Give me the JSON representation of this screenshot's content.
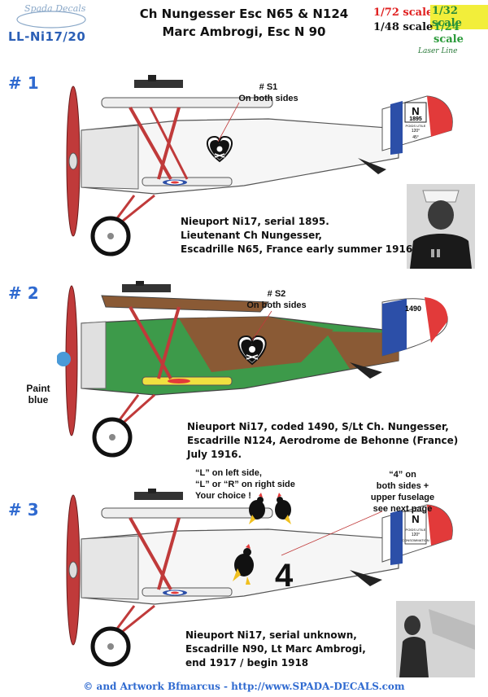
{
  "header": {
    "logo_script": "Spada Decals",
    "code": "LL-Ni17/20",
    "title_line1": "Ch Nungesser Esc N65 & N124",
    "title_line2": "Marc Ambrogi, Esc N 90",
    "scales": {
      "s172": "1/72 scale",
      "s132": "1/32 scale",
      "s148": "1/48 scale",
      "s124": "1/24 scale"
    },
    "laser": "Laser Line"
  },
  "profiles": [
    {
      "number": "# 1",
      "note_title": "# S1",
      "note_sub": "On both sides",
      "tail_letter": "N",
      "tail_serial": "1895",
      "tail_small1": "POIDS UTILE",
      "tail_small2": "120°",
      "tail_small3": "45°",
      "desc1": "Nieuport Ni17, serial 1895.",
      "desc2": "Lieutenant Ch Nungesser,",
      "desc3": "Escadrille N65, France early summer 1916"
    },
    {
      "number": "# 2",
      "note_title": "# S2",
      "note_sub": "On both sides",
      "tail_serial": "1490",
      "paint1": "Paint",
      "paint2": "blue",
      "desc1": "Nieuport Ni17, coded 1490, S/Lt Ch. Nungesser,",
      "desc2": "Escadrille N124, Aerodrome de Behonne (France)",
      "desc3": "July 1916."
    },
    {
      "number": "# 3",
      "note_left1": "“L” on left side,",
      "note_left2": "“L” or “R” on right side",
      "note_left3": "Your choice !",
      "note_right1": "“4” on",
      "note_right2": "both sides +",
      "note_right3": "upper fuselage",
      "note_right4": "see next page",
      "tail_letter": "N",
      "tail_small1": "POIDS UTILE",
      "tail_small2": "120°",
      "tail_small3": "CONSOMMATION",
      "fuselage_number": "4",
      "desc1": "Nieuport Ni17, serial unknown,",
      "desc2": "Escadrille N90, Lt Marc Ambrogi,",
      "desc3": "end 1917 / begin 1918"
    }
  ],
  "footer": "© and Artwork Bfmarcus - http://www.SPADA-DECALS.com",
  "colors": {
    "accent_blue": "#2f6ad0",
    "roundel_blue": "#2c4fa8",
    "roundel_red": "#e23a3a",
    "prop": "#c03a3a",
    "camo_green": "#3d9a4a",
    "camo_brown": "#8a5a35"
  }
}
